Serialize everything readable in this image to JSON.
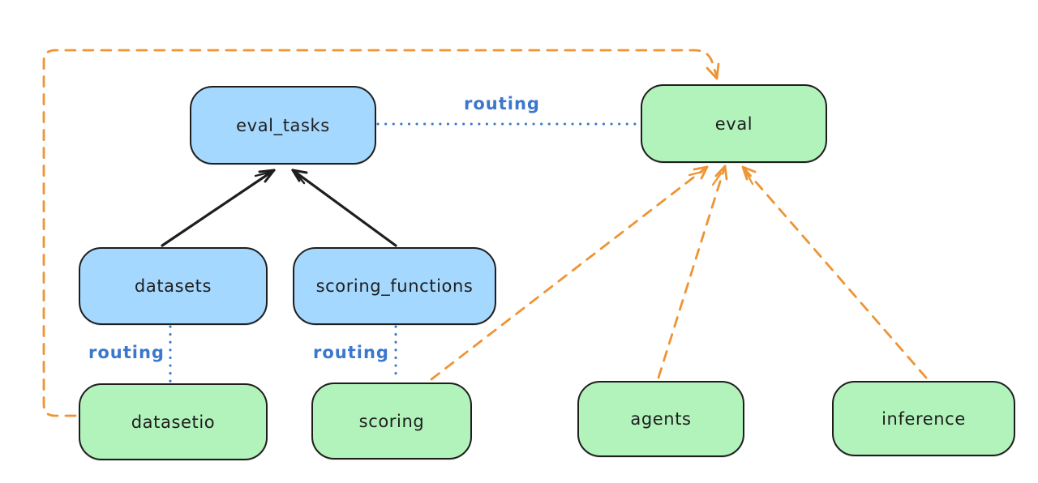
{
  "diagram": {
    "background": "#ffffff",
    "nodes": {
      "eval_tasks": {
        "label": "eval_tasks",
        "fill": "#a5d8ff"
      },
      "eval": {
        "label": "eval",
        "fill": "#b2f2bb"
      },
      "datasets": {
        "label": "datasets",
        "fill": "#a5d8ff"
      },
      "scoring_functions": {
        "label": "scoring_functions",
        "fill": "#a5d8ff"
      },
      "datasetio": {
        "label": "datasetio",
        "fill": "#b2f2bb"
      },
      "scoring": {
        "label": "scoring",
        "fill": "#b2f2bb"
      },
      "agents": {
        "label": "agents",
        "fill": "#b2f2bb"
      },
      "inference": {
        "label": "inference",
        "fill": "#b2f2bb"
      }
    },
    "edge_labels": {
      "eval_tasks_to_eval": "routing",
      "datasets_to_datasetio": "routing",
      "scoring_functions_to_scoring": "routing"
    },
    "edges": [
      {
        "from": "datasets",
        "to": "eval_tasks",
        "style": "solid",
        "color": "#1e1e1e",
        "arrow": true
      },
      {
        "from": "scoring_functions",
        "to": "eval_tasks",
        "style": "solid",
        "color": "#1e1e1e",
        "arrow": true
      },
      {
        "from": "eval_tasks",
        "to": "eval",
        "style": "dotted",
        "color": "#3b78cc",
        "label": "routing",
        "arrow": false
      },
      {
        "from": "datasets",
        "to": "datasetio",
        "style": "dotted",
        "color": "#3b78cc",
        "label": "routing",
        "arrow": false
      },
      {
        "from": "scoring_functions",
        "to": "scoring",
        "style": "dotted",
        "color": "#3b78cc",
        "label": "routing",
        "arrow": false
      },
      {
        "from": "datasetio",
        "to": "eval",
        "style": "dashed",
        "color": "#ee9434",
        "arrow": true,
        "route": "around-left-and-top"
      },
      {
        "from": "scoring",
        "to": "eval",
        "style": "dashed",
        "color": "#ee9434",
        "arrow": true
      },
      {
        "from": "agents",
        "to": "eval",
        "style": "dashed",
        "color": "#ee9434",
        "arrow": true
      },
      {
        "from": "inference",
        "to": "eval",
        "style": "dashed",
        "color": "#ee9434",
        "arrow": true
      }
    ],
    "colors": {
      "node_border": "#1e1e1e",
      "blue_node_fill": "#a5d8ff",
      "green_node_fill": "#b2f2bb",
      "routing_blue": "#3b78cc",
      "dashed_orange": "#ee9434",
      "solid_black": "#1e1e1e"
    }
  }
}
